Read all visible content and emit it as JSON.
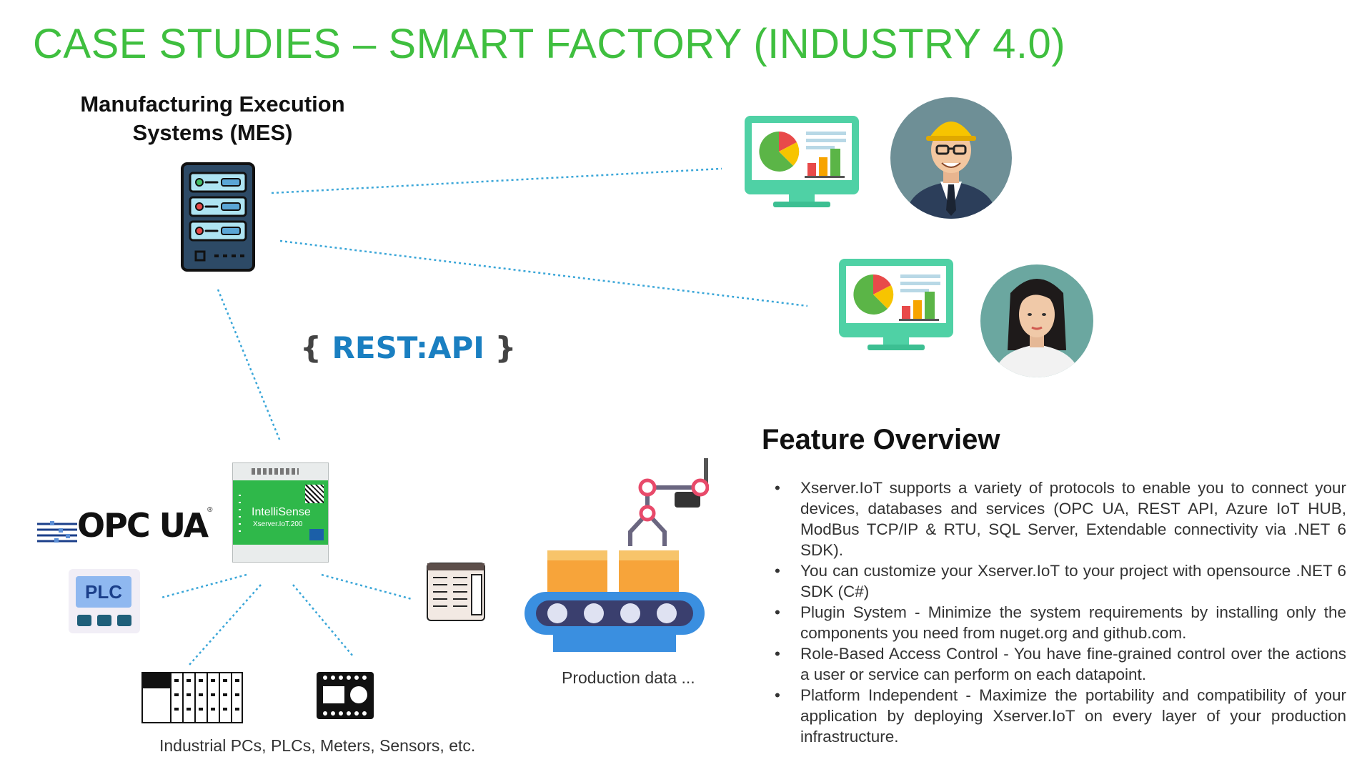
{
  "slide": {
    "title": "CASE STUDIES – SMART FACTORY (INDUSTRY 4.0)"
  },
  "mes": {
    "title_line1": "Manufacturing Execution",
    "title_line2": "Systems (MES)"
  },
  "rest_api": {
    "brace_open": "{",
    "label": "REST:API",
    "brace_close": "}"
  },
  "gateway": {
    "brand": "IntelliSense",
    "model": "Xserver.IoT.200"
  },
  "opc": {
    "label": "OPC UA",
    "trademark": "®"
  },
  "plc_icon": {
    "label": "PLC"
  },
  "captions": {
    "devices": "Industrial PCs, PLCs, Meters, Sensors, etc.",
    "production": "Production data ..."
  },
  "features": {
    "title": "Feature Overview",
    "items": [
      "Xserver.IoT supports a variety of protocols to enable you to connect your devices, databases and services (OPC UA, REST API, Azure IoT HUB, ModBus TCP/IP & RTU, SQL Server, Extendable connectivity via .NET 6 SDK).",
      "You can customize your Xserver.IoT to your project with opensource .NET 6 SDK (C#)",
      "Plugin System - Minimize the system requirements by installing only the components you need from nuget.org and github.com.",
      "Role-Based Access Control - You have fine-grained control over the actions a user or service can perform on each datapoint.",
      "Platform Independent - Maximize the portability and compatibility of your application by deploying Xserver.IoT on every layer of your production infrastructure."
    ]
  },
  "colors": {
    "title_green": "#3fbf3f",
    "rest_blue": "#1a7fc1",
    "connector_blue": "#3aa6d8",
    "monitor_teal": "#4fd1a5",
    "avatar_bg": "#6e8f96"
  },
  "icons": {
    "server": "server-rack-icon",
    "dashboard": "monitor-dashboard-icon",
    "engineer": "engineer-avatar-icon",
    "woman": "woman-avatar-icon",
    "gateway": "iot-gateway-device-icon",
    "plc_rack": "plc-rack-icon",
    "controller": "controller-module-icon",
    "chip": "sensor-chip-icon",
    "robot": "robot-arm-conveyor-icon"
  }
}
